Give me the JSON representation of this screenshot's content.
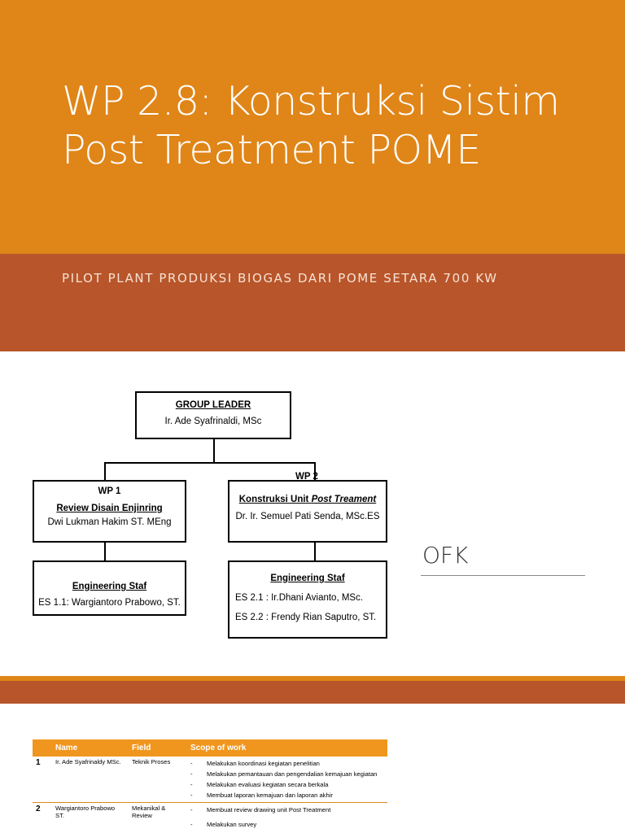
{
  "slide1": {
    "title": "WP 2.8: Konstruksi Sistim Post Treatment POME",
    "subtitle": "PILOT PLANT PRODUKSI BIOGAS DARI POME SETARA 700 KW"
  },
  "org": {
    "leader": {
      "heading": "GROUP LEADER",
      "name": "Ir. Ade Syafrinaldi,  MSc"
    },
    "wp1": {
      "code": "WP 1",
      "title": "Review Disain Enjinring",
      "lead": "Dwi Lukman Hakim ST. MEng"
    },
    "wp2": {
      "code": "WP 2",
      "title_prefix": "Konstruksi Unit ",
      "title_italic": "Post Treament",
      "lead": "Dr. Ir. Semuel Pati Senda, MSc.ES"
    },
    "staff1": {
      "heading": "Engineering Staf",
      "members": [
        "ES 1.1: Wargiantoro Prabowo, ST."
      ]
    },
    "staff2": {
      "heading": "Engineering Staf",
      "members": [
        "ES 2.1 : Ir.Dhani Avianto, MSc.",
        "ES 2.2 : Frendy Rian Saputro, ST."
      ]
    },
    "side_label": "OFK"
  },
  "table": {
    "headers": [
      "",
      "Name",
      "Field",
      "Scope of work"
    ],
    "rows": [
      {
        "no": "1",
        "name": "Ir. Ade Syafrinaldy MSc.",
        "field": "Teknik Proses",
        "scope": [
          "Melakukan koordinasi kegiatan penelitian",
          "Melakukan  pemantauan dan pengendalian kemajuan kegiatan",
          "Melakukan evaluasi kegiatan secara berkala",
          "Membuat laporan kemajuan dan laporan akhir"
        ]
      },
      {
        "no": "2",
        "name": "Wargiantoro Prabowo ST.",
        "field": "Mekanikal & Review",
        "scope": [
          "Membuat review drawing unit Post Treatment",
          "Melakukan survey"
        ]
      }
    ]
  }
}
